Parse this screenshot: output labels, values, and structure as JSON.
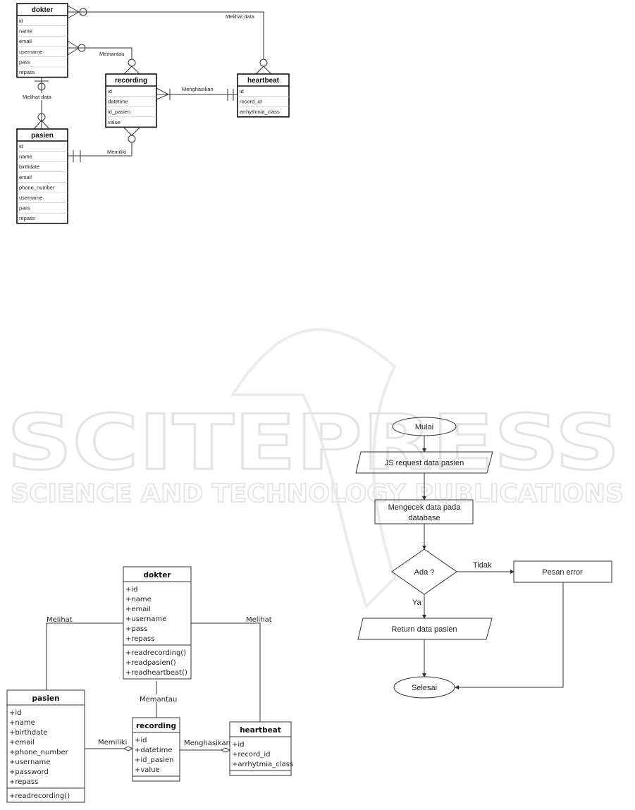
{
  "watermark": {
    "title": "SCITEPRESS",
    "subtitle": "SCIENCE AND TECHNOLOGY PUBLICATIONS"
  },
  "erd": {
    "tables": {
      "dokter": {
        "name": "dokter",
        "fields": [
          "id",
          "name",
          "email",
          "username",
          "pass",
          "repass"
        ]
      },
      "recording": {
        "name": "recording",
        "fields": [
          "id",
          "datetime",
          "id_pasien",
          "value"
        ]
      },
      "heartbeat": {
        "name": "heartbeat",
        "fields": [
          "id",
          "record_id",
          "arrhythmia_class"
        ]
      },
      "pasien": {
        "name": "pasien",
        "fields": [
          "id",
          "name",
          "birthdate",
          "email",
          "phone_number",
          "username",
          "pass",
          "repass"
        ]
      }
    },
    "relations": {
      "dokter_heartbeat": "Melihat data",
      "dokter_recording": "Memantau",
      "recording_heartbeat": "Menghasikan",
      "dokter_pasien": "Melihat data",
      "pasien_recording": "Memiliki"
    }
  },
  "class_diagram": {
    "classes": {
      "dokter": {
        "name": "dokter",
        "attributes": [
          "+id",
          "+name",
          "+email",
          "+username",
          "+pass",
          "+repass"
        ],
        "methods": [
          "+readrecording()",
          "+readpasien()",
          "+readheartbeat()"
        ]
      },
      "pasien": {
        "name": "pasien",
        "attributes": [
          "+id",
          "+name",
          "+birthdate",
          "+email",
          "+phone_number",
          "+username",
          "+password",
          "+repass"
        ],
        "methods": [
          "+readrecording()"
        ]
      },
      "recording": {
        "name": "recording",
        "attributes": [
          "+id",
          "+datetime",
          "+id_pasien",
          "+value"
        ],
        "methods": []
      },
      "heartbeat": {
        "name": "heartbeat",
        "attributes": [
          "+id",
          "+record_id",
          "+arrhytmia_class"
        ],
        "methods": []
      }
    },
    "relations": {
      "dokter_pasien": "Melihat",
      "dokter_heartbeat": "Melihat",
      "dokter_recording": "Memantau",
      "pasien_recording": "Memiliki",
      "recording_heartbeat": "Menghasikan"
    }
  },
  "flowchart": {
    "start": "Mulai",
    "input": "JS request data pasien",
    "process_line1": "Mengecek data pada",
    "process_line2": "database",
    "decision": "Ada ?",
    "no_label": "Tidak",
    "yes_label": "Ya",
    "error": "Pesan error",
    "output": "Return data pasien",
    "end": "Selesai"
  }
}
